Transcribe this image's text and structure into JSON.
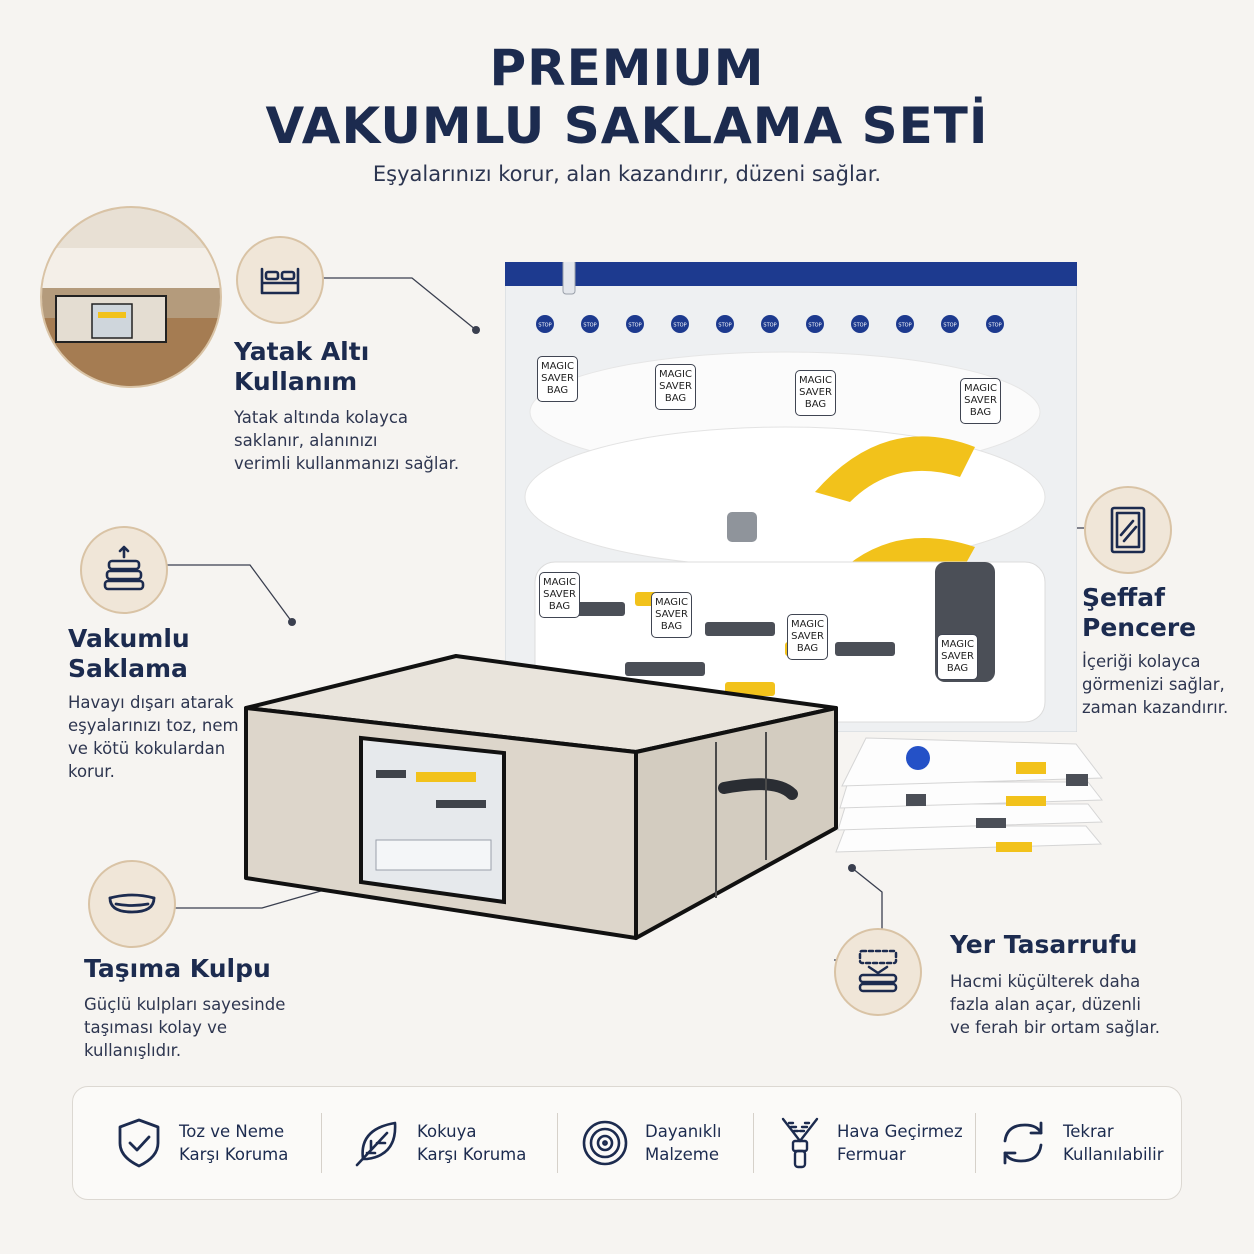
{
  "header": {
    "title_line1": "PREMIUM",
    "title_line2": "VAKUMLU SAKLAMA SETİ",
    "subtitle": "Eşyalarınızı korur, alan kazandırır, düzeni sağlar."
  },
  "features": [
    {
      "icon": "bed-icon",
      "title_l1": "Yatak Altı",
      "title_l2": "Kullanım",
      "desc_l1": "Yatak altında kolayca",
      "desc_l2": "saklanır, alanınızı",
      "desc_l3": "verimli kullanmanızı sağlar."
    },
    {
      "icon": "compressed-stack-icon",
      "title_l1": "Vakumlu",
      "title_l2": "Saklama",
      "desc_l1": "Havayı dışarı atarak",
      "desc_l2": "eşyalarınızı toz, nem",
      "desc_l3": "ve kötü kokulardan",
      "desc_l4": "korur."
    },
    {
      "icon": "handle-icon",
      "title_l1": "Taşıma Kulpu",
      "desc_l1": "Güçlü kulpları sayesinde",
      "desc_l2": "taşıması kolay ve",
      "desc_l3": "kullanışlıdır."
    },
    {
      "icon": "window-icon",
      "title_l1": "Şeffaf",
      "title_l2": "Pencere",
      "desc_l1": "İçeriği kolayca",
      "desc_l2": "görmenizi sağlar,",
      "desc_l3": "zaman kazandırır."
    },
    {
      "icon": "space-saving-icon",
      "title_l1": "Yer Tasarrufu",
      "desc_l1": "Hacmi küçülterek daha",
      "desc_l2": "fazla alan açar, düzenli",
      "desc_l3": "ve ferah bir ortam sağlar."
    }
  ],
  "product": {
    "bag_tag_l1": "MAGIC",
    "bag_tag_l2": "SAVER",
    "bag_tag_l3": "BAG",
    "zipper_text": "STOP"
  },
  "benefits": [
    {
      "icon": "shield-check-icon",
      "l1": "Toz ve Neme",
      "l2": "Karşı Koruma"
    },
    {
      "icon": "leaf-icon",
      "l1": "Kokuya",
      "l2": "Karşı Koruma"
    },
    {
      "icon": "durability-rings-icon",
      "l1": "Dayanıklı",
      "l2": "Malzeme"
    },
    {
      "icon": "zipper-icon",
      "l1": "Hava Geçirmez",
      "l2": "Fermuar"
    },
    {
      "icon": "reuse-arrows-icon",
      "l1": "Tekrar",
      "l2": "Kullanılabilir"
    }
  ],
  "colors": {
    "navy": "#1c2b4f",
    "beige": "#f0e6d8",
    "accent_yellow": "#f2c21b",
    "zipper_blue": "#1d3a8f"
  }
}
